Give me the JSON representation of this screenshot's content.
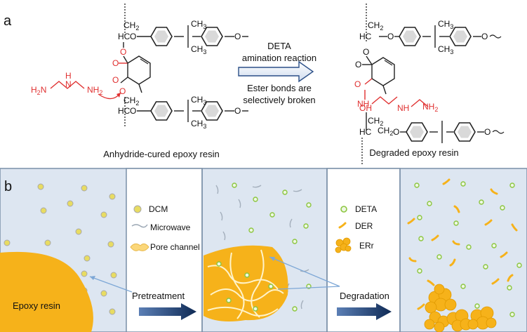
{
  "panel_a": {
    "label": "a",
    "arrow_top": "DETA",
    "arrow_top2": "amination reaction",
    "arrow_bottom1": "Ester bonds are",
    "arrow_bottom2": "selectively broken",
    "left_caption": "Anhydride-cured epoxy resin",
    "right_caption": "Degraded epoxy resin",
    "chem": {
      "ch2": "CH",
      "hc": "HC",
      "o": "O",
      "ch3": "CH",
      "sub2": "2",
      "sub3": "3",
      "h2n": "H",
      "n_h": "N",
      "nh": "NH",
      "h": "H",
      "oh": "OH",
      "o_end": "O"
    }
  },
  "panel_b": {
    "label": "b",
    "epoxy_label": "Epoxy resin",
    "pretreatment": "Pretreatment",
    "degradation": "Degradation",
    "legend1": [
      "DCM",
      "Microwave",
      "Pore channel"
    ],
    "legend2": [
      "DETA",
      "DER",
      "ERr"
    ]
  },
  "colors": {
    "panel_bg": "#dde6f1",
    "legend_bg": "#ffffff",
    "border": "#7a8fa8",
    "epoxy_orange": "#f6b21a",
    "amine_red": "#e03030",
    "deta_green": "#8cc63f",
    "arrow_blue": "#1f3f73"
  }
}
